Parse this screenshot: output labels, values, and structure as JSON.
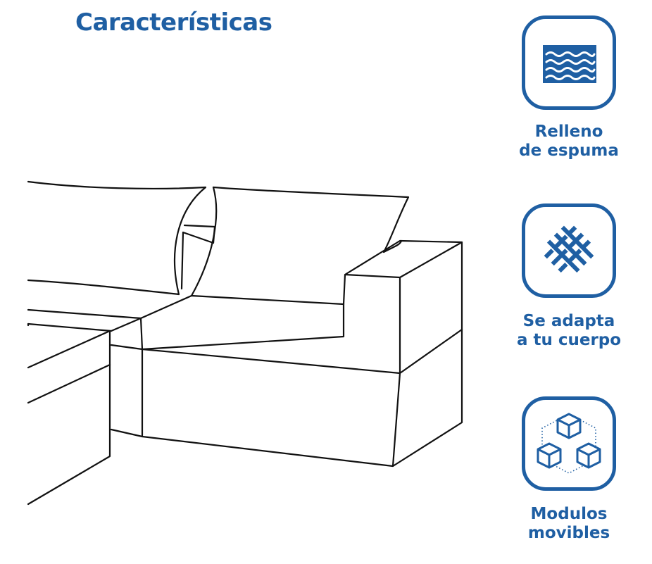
{
  "header": {
    "title": "Características"
  },
  "features": [
    {
      "icon": "foam-layers-icon",
      "line1": "Relleno",
      "line2": "de espuma"
    },
    {
      "icon": "woven-fabric-icon",
      "line1": "Se adapta",
      "line2": "a tu cuerpo"
    },
    {
      "icon": "modular-cubes-icon",
      "line1": "Modulos",
      "line2": "movibles"
    }
  ],
  "colors": {
    "accent": "#1f5fa3",
    "outline": "#111111",
    "background": "#ffffff"
  }
}
